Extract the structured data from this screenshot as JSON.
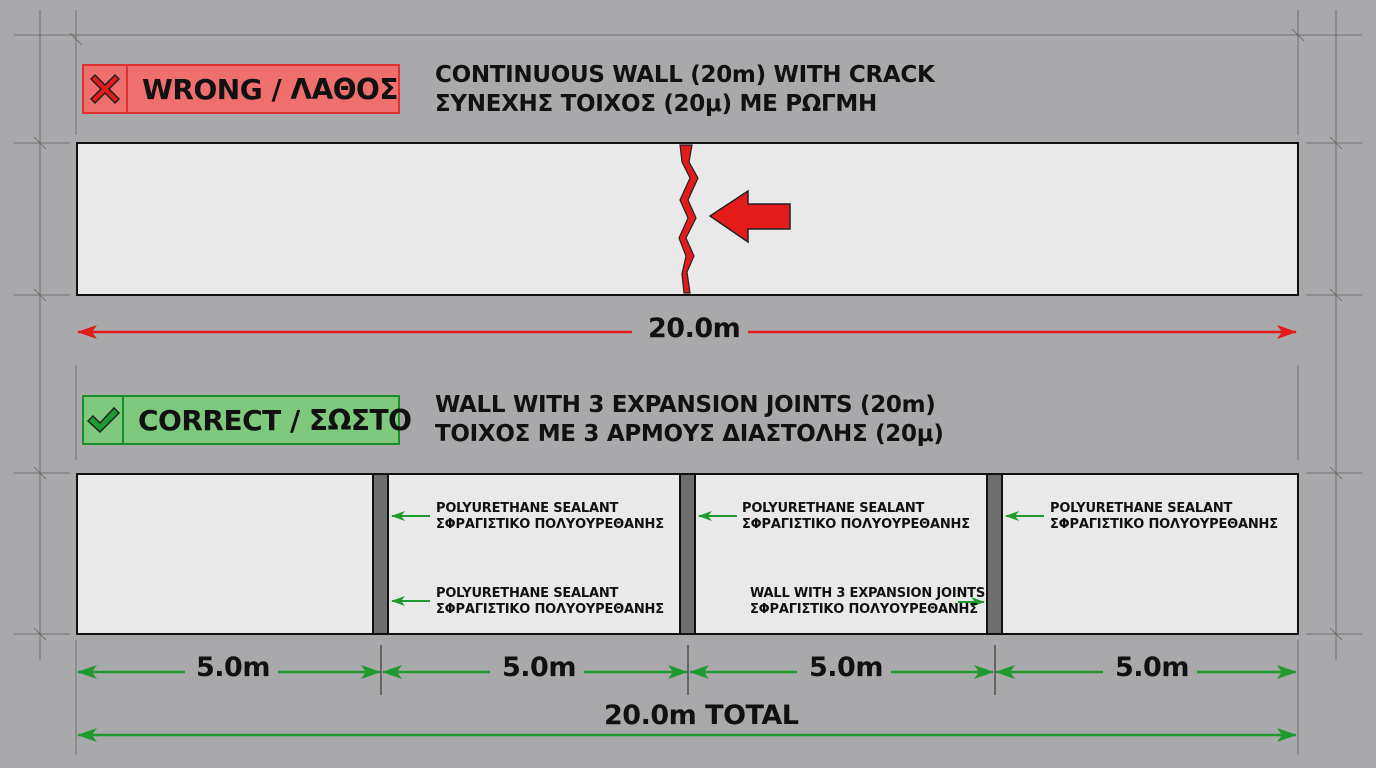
{
  "wrong": {
    "badge_label": "WRONG / ΛΑΘΟΣ",
    "title_en": "CONTINUOUS WALL (20m) WITH CRACK",
    "title_el": "ΣΥΝΕΧΗΣ ΤΟΙΧΟΣ (20μ) ΜΕ ΡΩΓΜΗ",
    "dimension_label": "20.0m"
  },
  "correct": {
    "badge_label": "CORRECT / ΣΩΣΤΟ",
    "title_en": "WALL WITH 3 EXPANSION JOINTS (20m)",
    "title_el": "ΤΟΙΧΟΣ ΜΕ 3 ΑΡΜΟΥΣ ΔΙΑΣΤΟΛΗΣ (20μ)",
    "joint_notes": [
      {
        "line1": "POLYURETHANE SEALANT",
        "line2": "ΣΦΡΑΓΙΣΤΙΚΟ ΠΟΛΥΟΥΡΕΘΑΝΗΣ"
      },
      {
        "line1": "POLYURETHANE SEALANT",
        "line2": "ΣΦΡΑΓΙΣΤΙΚΟ ΠΟΛΥΟΥΡΕΘΑΝΗΣ"
      },
      {
        "line1": "POLYURETHANE SEALANT",
        "line2": "ΣΦΡΑΓΙΣΤΙΚΟ ΠΟΛΥΟΥΡΕΘΑΝΗΣ"
      },
      {
        "line1": "POLYURETHANE SEALANT",
        "line2": "ΣΦΡΑΓΙΣΤΙΚΟ ΠΟΛΥΟΥΡΕΘΑΝΗΣ"
      },
      {
        "line1": "WALL WITH 3 EXPANSION JOINTS",
        "line2": "ΣΦΡΑΓΙΣΤΙΚΟ ΠΟΛΥΟΥΡΕΘΑΝΗΣ"
      }
    ],
    "segment_labels": [
      "5.0m",
      "5.0m",
      "5.0m",
      "5.0m"
    ],
    "total_label": "20.0m TOTAL"
  },
  "colors": {
    "background": "#a9a9ab",
    "wall": "#e9e9e9",
    "joint": "#6e6e6e",
    "wrong": "#e31b1b",
    "correct": "#1f9a2e"
  }
}
